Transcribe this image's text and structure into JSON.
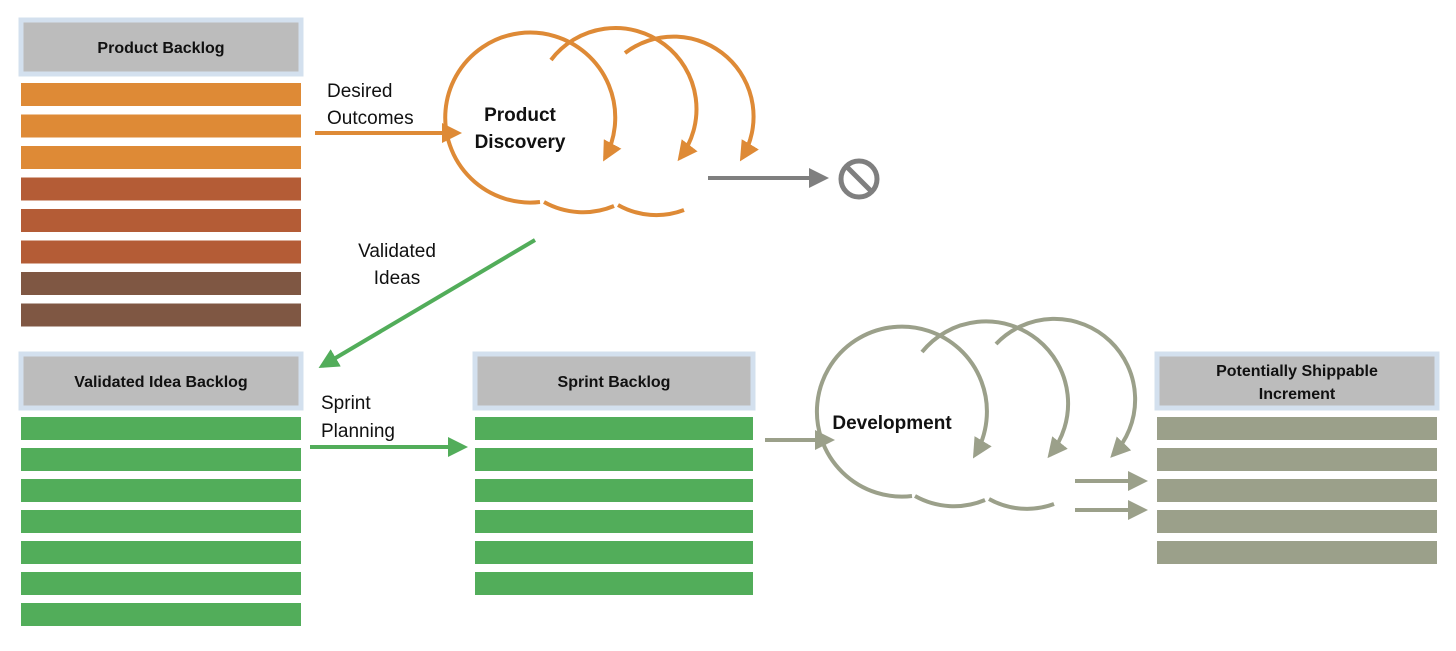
{
  "backlogs": {
    "product": {
      "title": "Product Backlog",
      "bar_colors": [
        "#de8a36",
        "#de8a36",
        "#de8a36",
        "#b45c36",
        "#b45c36",
        "#b45c36",
        "#7f5743",
        "#7f5743"
      ]
    },
    "validated": {
      "title": "Validated Idea Backlog",
      "bar_colors": [
        "#52ad5a",
        "#52ad5a",
        "#52ad5a",
        "#52ad5a",
        "#52ad5a",
        "#52ad5a",
        "#52ad5a"
      ]
    },
    "sprint": {
      "title": "Sprint Backlog",
      "bar_colors": [
        "#52ad5a",
        "#52ad5a",
        "#52ad5a",
        "#52ad5a",
        "#52ad5a",
        "#52ad5a"
      ]
    },
    "increment": {
      "title_line1": "Potentially Shippable",
      "title_line2": "Increment",
      "bar_colors": [
        "#9ba08a",
        "#9ba08a",
        "#9ba08a",
        "#9ba08a",
        "#9ba08a"
      ]
    }
  },
  "loops": {
    "discovery": {
      "line1": "Product",
      "line2": "Discovery",
      "color": "#de8a36"
    },
    "development": {
      "line1": "Development",
      "color": "#9ba08a"
    }
  },
  "labels": {
    "desired_line1": "Desired",
    "desired_line2": "Outcomes",
    "validated_line1": "Validated",
    "validated_line2": "Ideas",
    "sprint_line1": "Sprint",
    "sprint_line2": "Planning"
  },
  "colors": {
    "header_fill": "#bcbcbc",
    "header_border": "#d3e0ee",
    "arrow_orange": "#de8a36",
    "arrow_green": "#52ad5a",
    "arrow_gray": "#7f7f7f",
    "arrow_sage": "#9ba08a",
    "no_symbol": "#7f7f7f"
  },
  "icons": {
    "rejected": "no-entry-icon"
  }
}
